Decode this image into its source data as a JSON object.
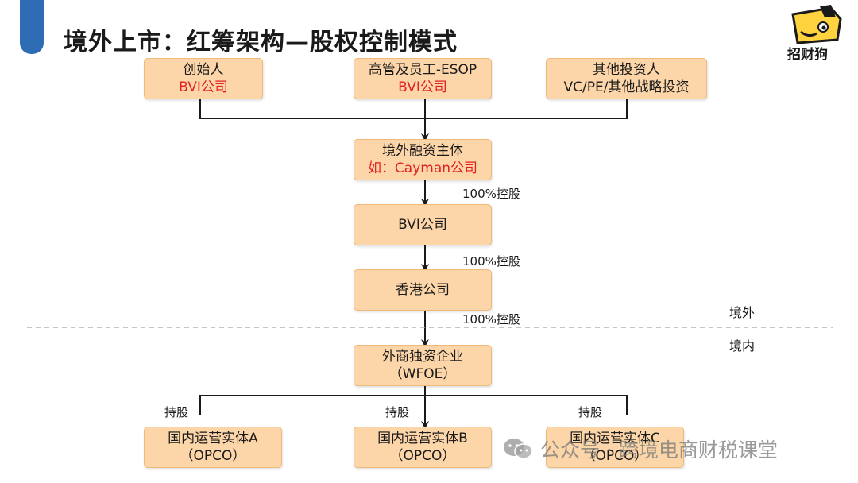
{
  "title": "境外上市：红筹架构—股权控制模式",
  "logo": {
    "text": "招财狗"
  },
  "top_row": [
    {
      "line1": "创始人",
      "line2": "BVI公司",
      "line2_red": true
    },
    {
      "line1": "高管及员工-ESOP",
      "line2": "BVI公司",
      "line2_red": true
    },
    {
      "line1": "其他投资人",
      "line2": "VC/PE/其他战略投资",
      "line2_red": false
    }
  ],
  "chain": [
    {
      "line1": "境外融资主体",
      "line2": "如：Cayman公司",
      "line2_red": true
    },
    {
      "line1": "BVI公司"
    },
    {
      "line1": "香港公司"
    },
    {
      "line1": "外商独资企业",
      "line2": "（WFOE）"
    }
  ],
  "chain_labels": [
    "100%控股",
    "100%控股",
    "100%控股"
  ],
  "regions": {
    "offshore": "境外",
    "onshore": "境内"
  },
  "bottom_labels": [
    "持股",
    "持股",
    "持股"
  ],
  "bottom_row": [
    {
      "line1": "国内运营实体A",
      "line2": "（OPCO）"
    },
    {
      "line1": "国内运营实体B",
      "line2": "（OPCO）"
    },
    {
      "line1": "国内运营实体C",
      "line2": "（OPCO）"
    }
  ],
  "watermark": "公众号 · 跨境电商财税课堂",
  "colors": {
    "box_fill": "#fcd5a8",
    "box_border": "#f0b97a",
    "highlight_red": "#e02020",
    "accent_blue": "#2e6db4"
  }
}
